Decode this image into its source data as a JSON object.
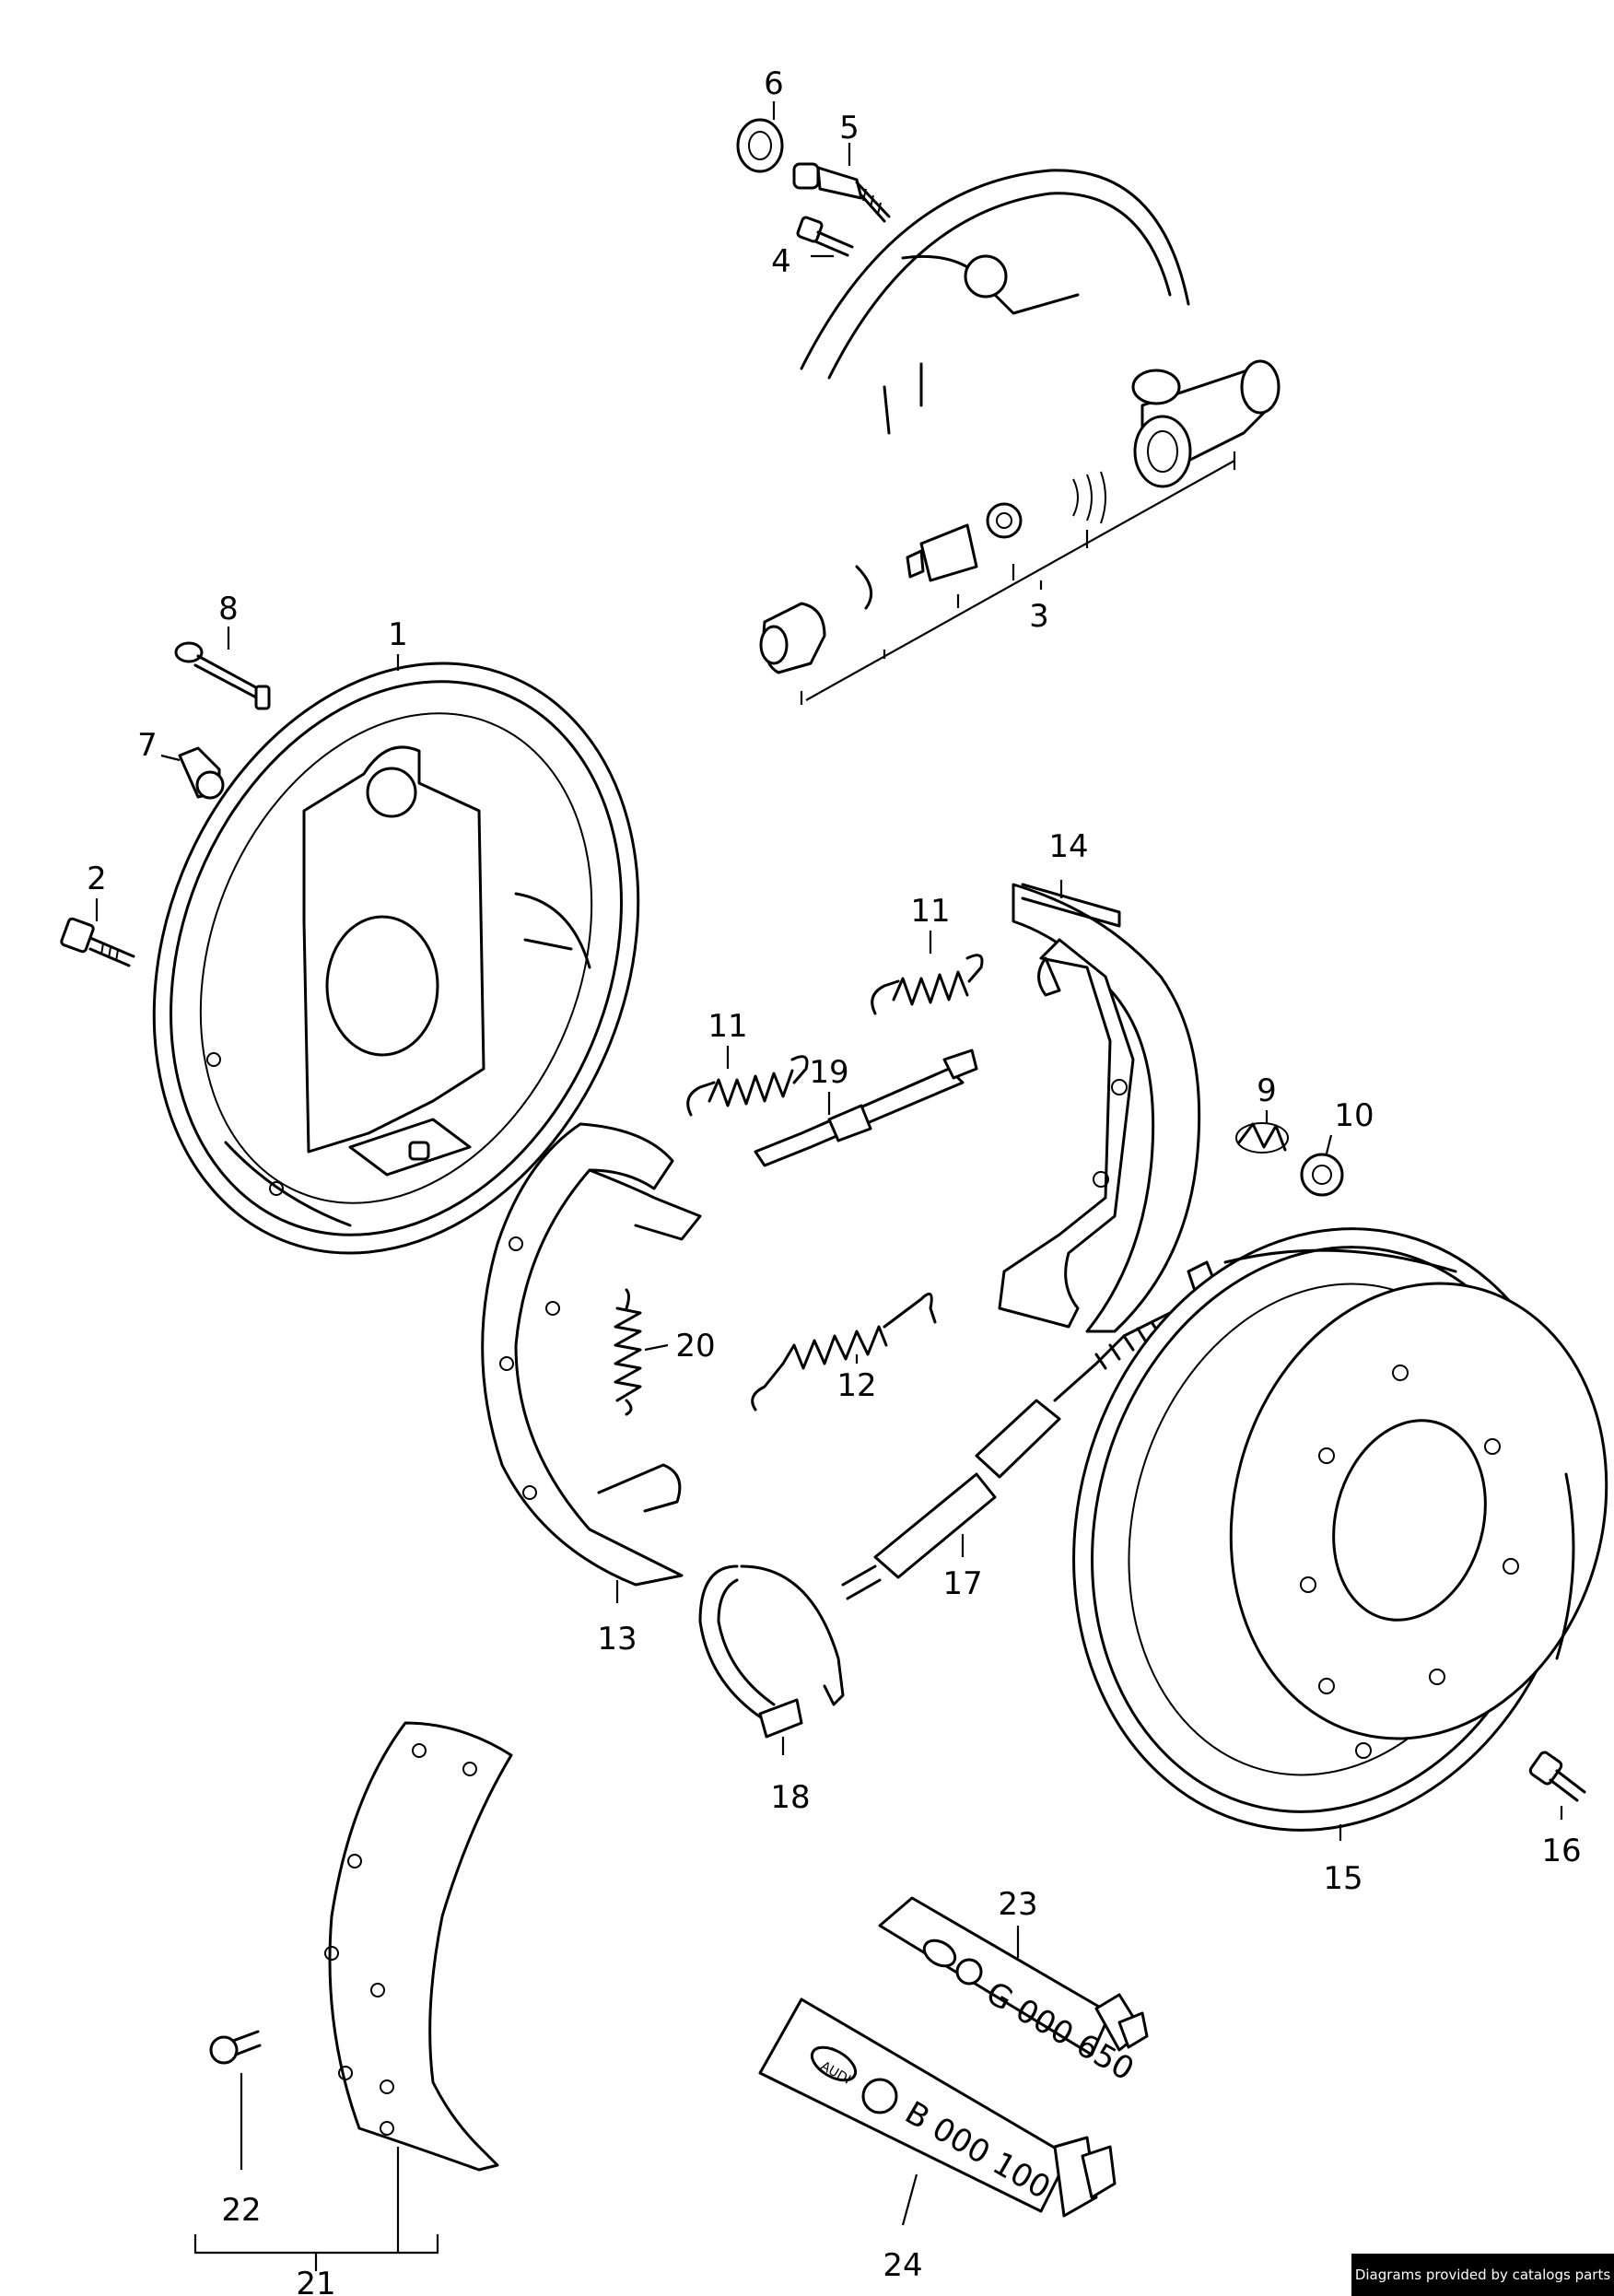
{
  "callouts": {
    "c1": "1",
    "c2": "2",
    "c3": "3",
    "c4": "4",
    "c5": "5",
    "c6": "6",
    "c7": "7",
    "c8": "8",
    "c9": "9",
    "c10": "10",
    "c11a": "11",
    "c11b": "11",
    "c12": "12",
    "c13": "13",
    "c14": "14",
    "c15": "15",
    "c16": "16",
    "c17": "17",
    "c18": "18",
    "c19": "19",
    "c20": "20",
    "c21": "21",
    "c22": "22",
    "c23": "23",
    "c24": "24"
  },
  "tubes": {
    "tube23_code": "G 000 650",
    "tube24_code": "B 000 100",
    "brand_text": "AUDI"
  },
  "footer": {
    "credit": "Diagrams provided by catalogs parts"
  }
}
